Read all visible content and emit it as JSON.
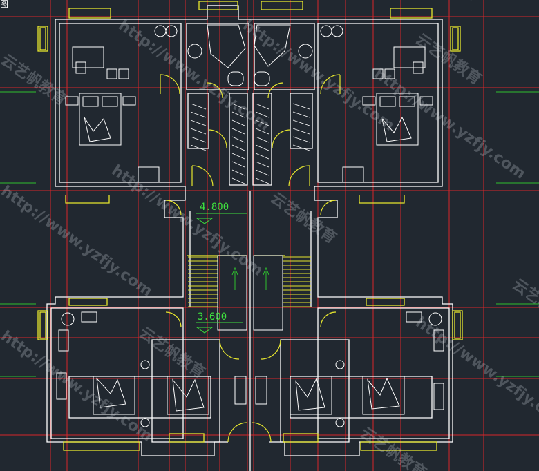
{
  "drawing": {
    "corner_label": "图",
    "levels": [
      "4.800",
      "3.600"
    ]
  },
  "watermark": {
    "url": "http://www.yzfjy.com",
    "brand": "云艺帆教育"
  },
  "colors": {
    "background": "#212830",
    "wall": "#ffffff",
    "axis": "#d8262a",
    "window": "#e6e62e",
    "door": "#e6e62e",
    "dimension": "#2ec12e",
    "level_text": "#3ee03e",
    "watermark": "#c9d1d9"
  }
}
